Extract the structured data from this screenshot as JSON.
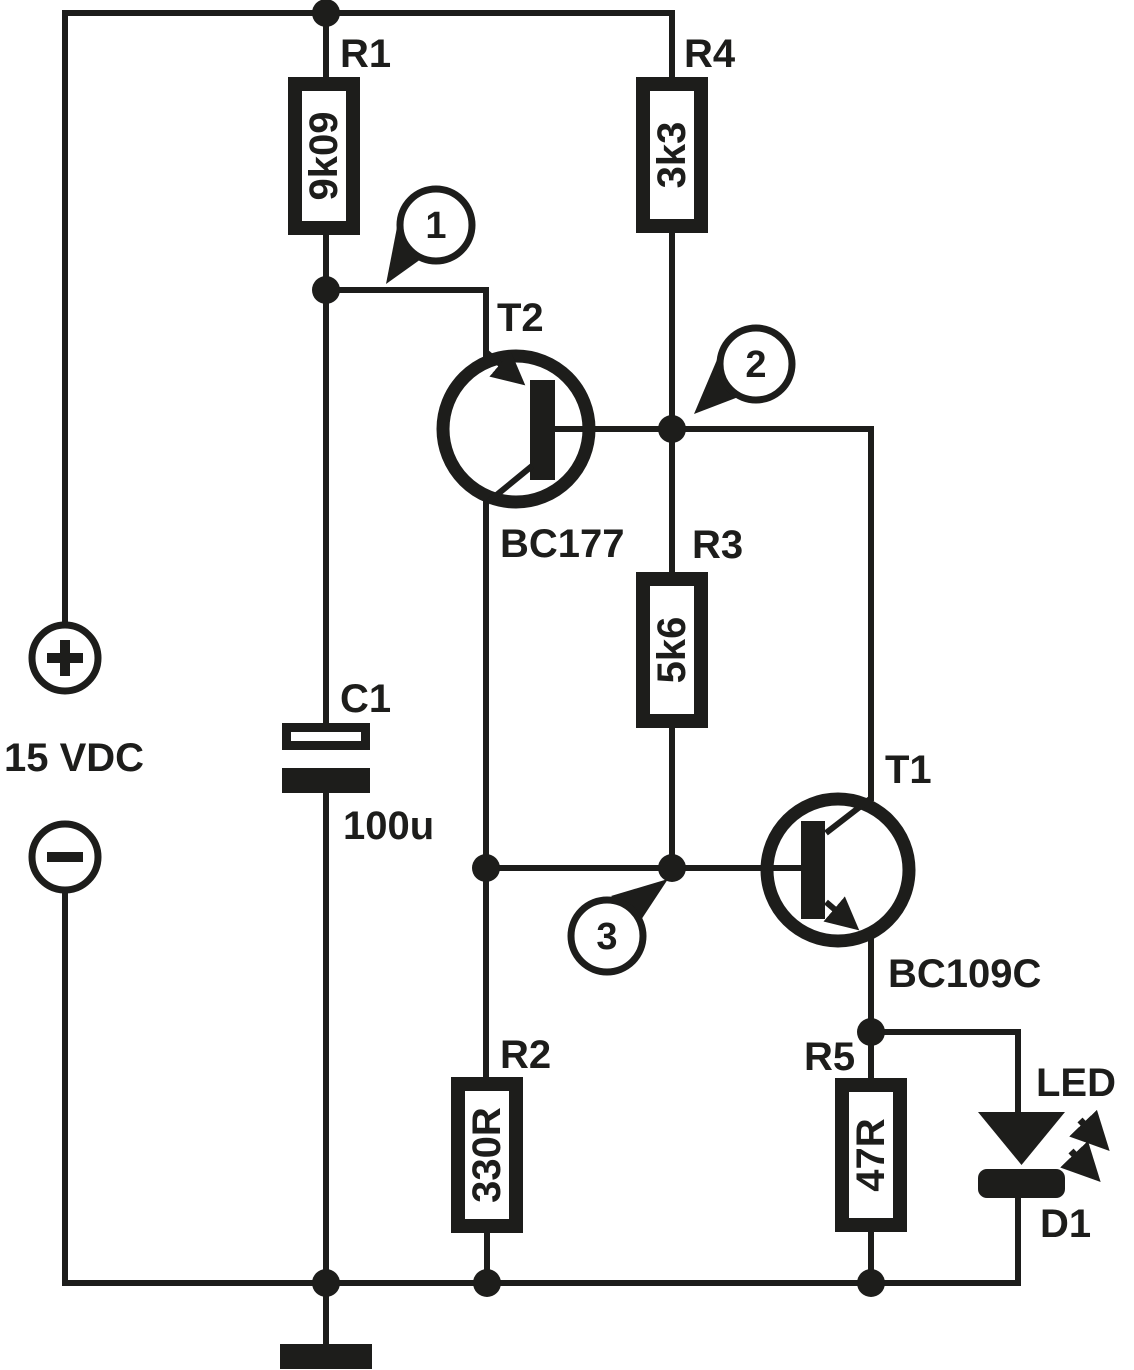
{
  "colors": {
    "ink": "#1d1d1b",
    "background": "#ffffff"
  },
  "supply": {
    "label": "15 VDC",
    "plus_symbol": "+",
    "minus_symbol": "−"
  },
  "components": {
    "r1": {
      "ref": "R1",
      "value": "9k09"
    },
    "r2": {
      "ref": "R2",
      "value": "330R"
    },
    "r3": {
      "ref": "R3",
      "value": "5k6"
    },
    "r4": {
      "ref": "R4",
      "value": "3k3"
    },
    "r5": {
      "ref": "R5",
      "value": "47R"
    },
    "c1": {
      "ref": "C1",
      "value": "100u"
    },
    "t1": {
      "ref": "T1",
      "part": "BC109C"
    },
    "t2": {
      "ref": "T2",
      "part": "BC177"
    },
    "d1": {
      "ref": "D1",
      "label": "LED"
    }
  },
  "callouts": {
    "n1": "1",
    "n2": "2",
    "n3": "3"
  }
}
